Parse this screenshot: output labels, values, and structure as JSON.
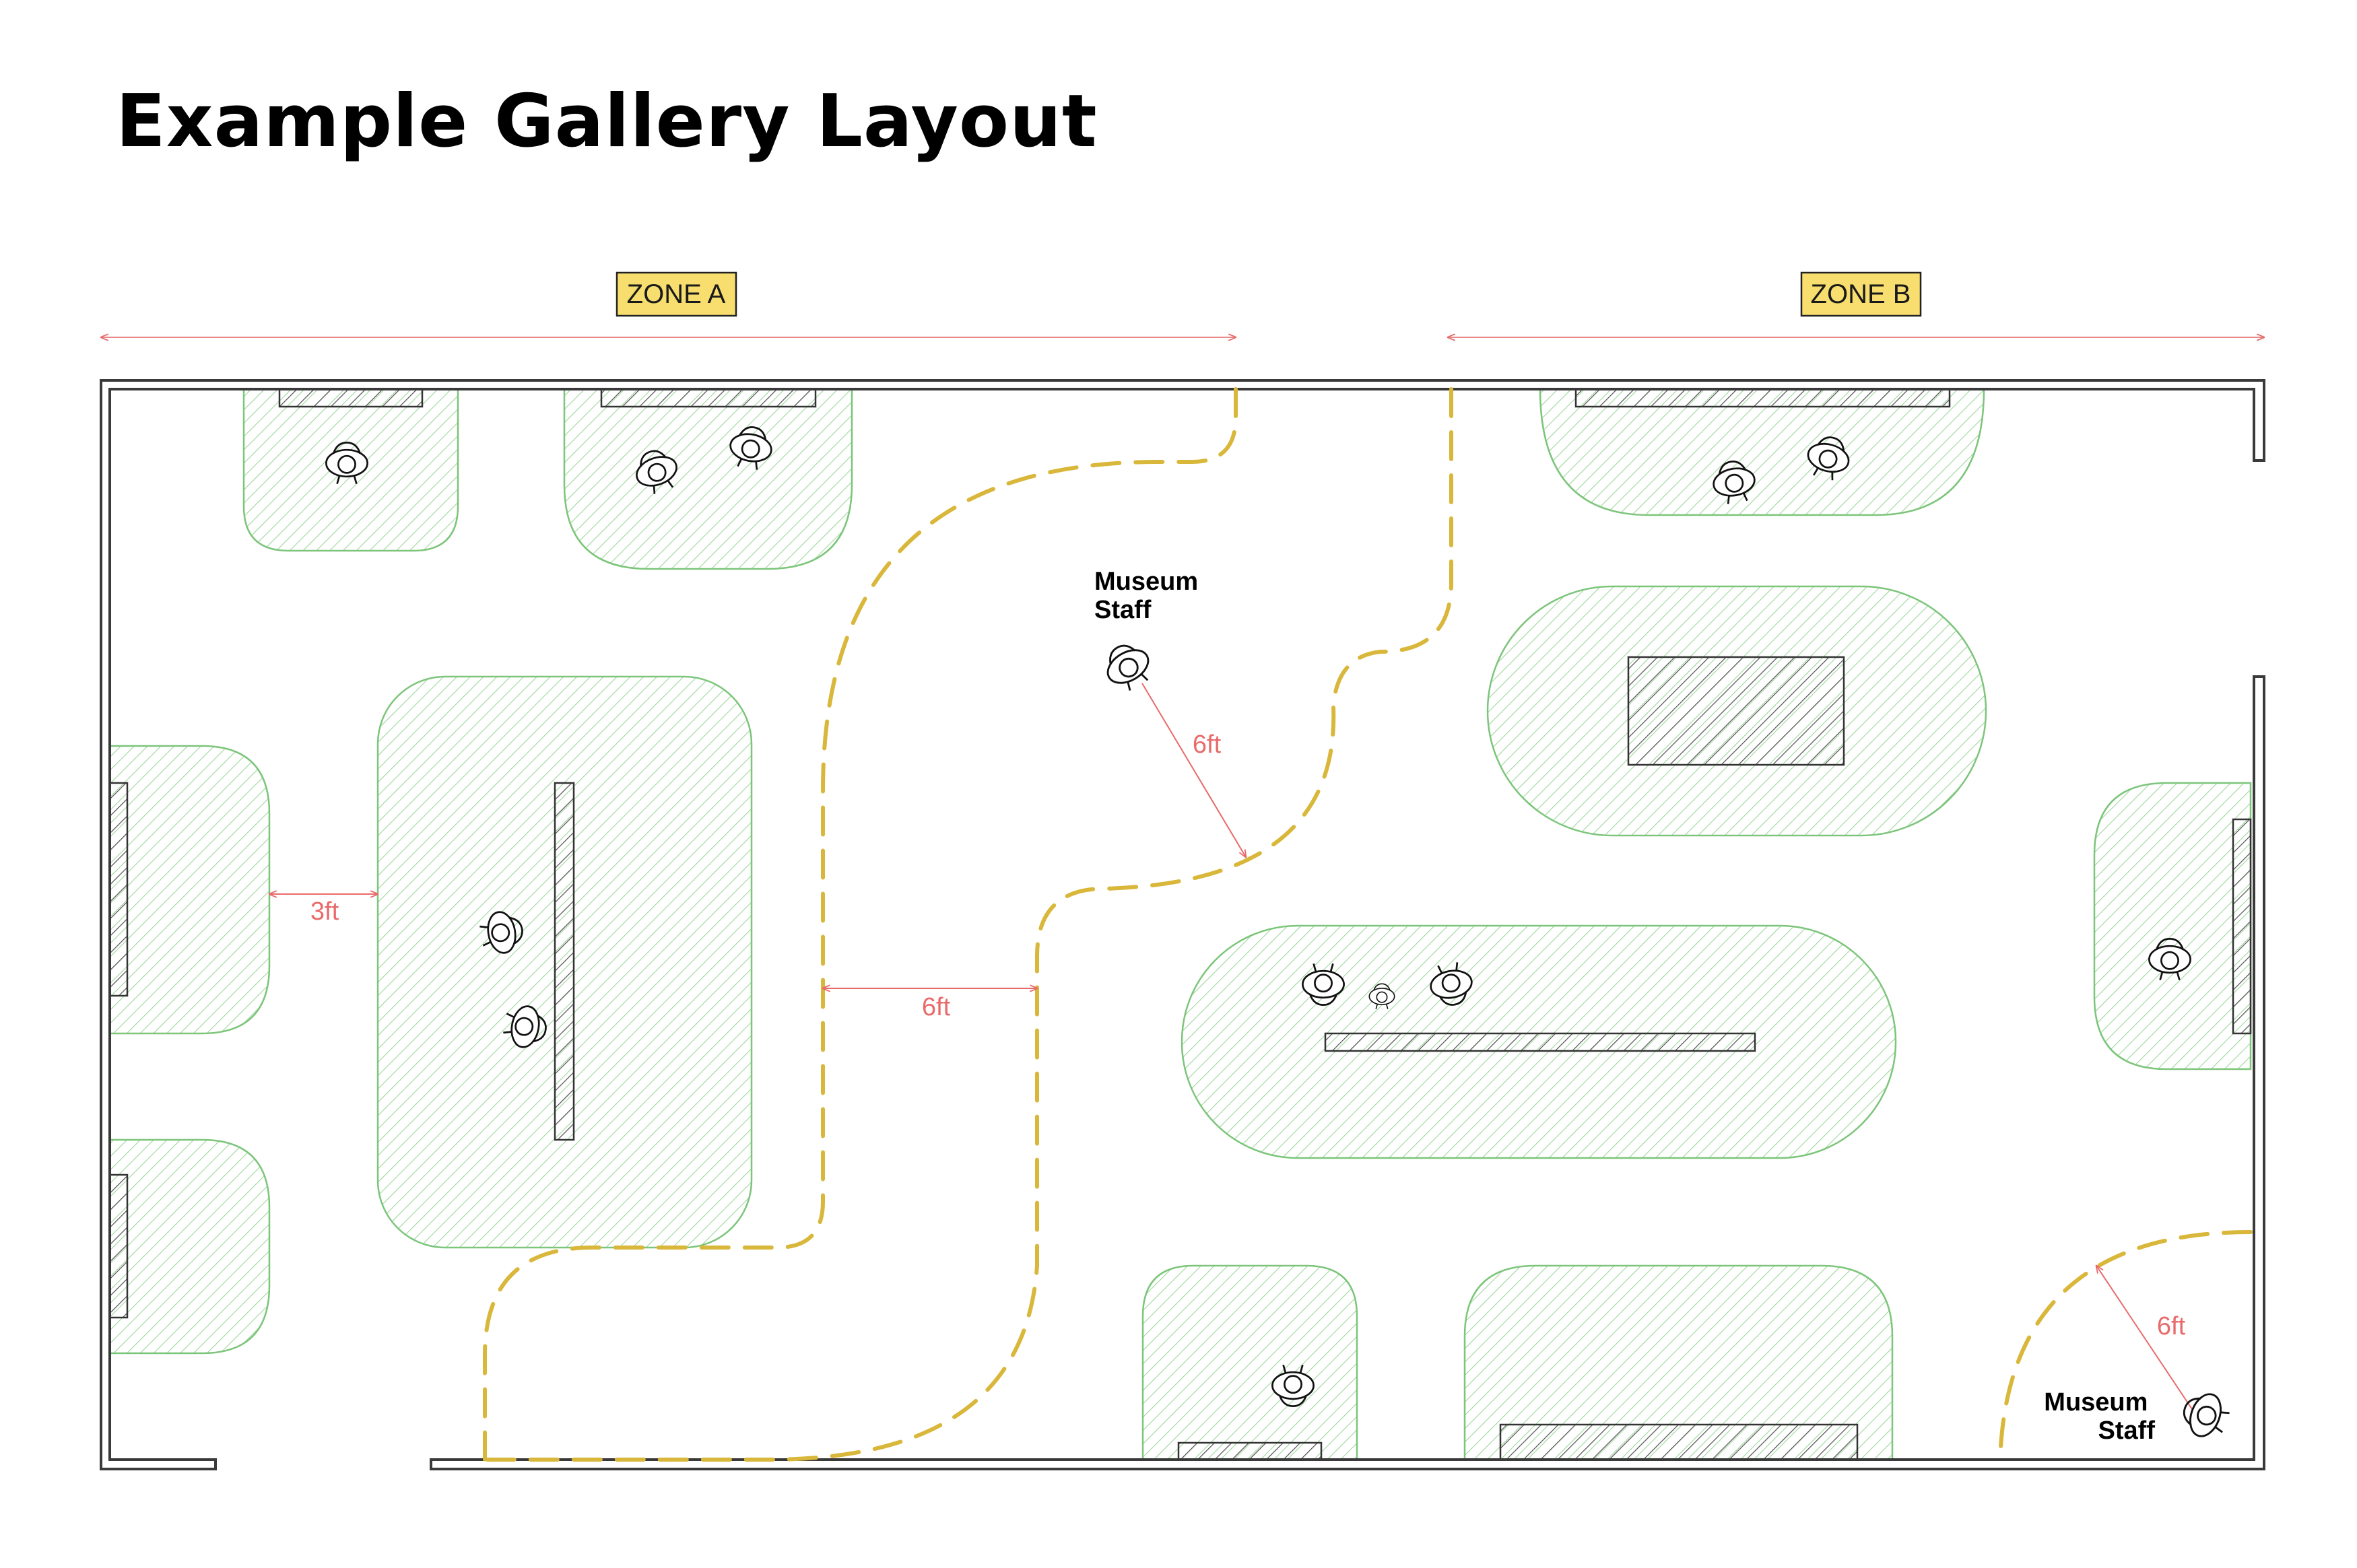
{
  "title": "Example Gallery Layout",
  "zones": {
    "a": "ZONE A",
    "b": "ZONE B"
  },
  "dimensions": {
    "d1": "3ft",
    "d2": "6ft",
    "d3": "6ft",
    "d4": "6ft"
  },
  "staff": {
    "upper": {
      "line1": "Museum",
      "line2": "Staff"
    },
    "lower": {
      "line1": "Museum",
      "line2": "Staff"
    }
  },
  "colors": {
    "wall": "#3a3a3a",
    "zone_fill": "#f7de6e",
    "zone_line": "#e88a8a",
    "dimension": "#e96a6a",
    "display_outline": "#7cc57a",
    "path": "#d9b73a"
  }
}
